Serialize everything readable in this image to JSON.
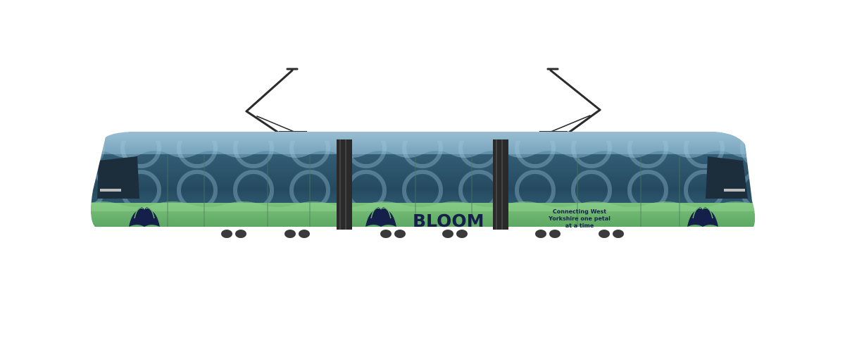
{
  "tram": {
    "brand_name": "BLOOM",
    "slogan_lines": [
      "Connecting West",
      "Yorkshire one petal",
      "at a time"
    ],
    "logo_icon": "flower-icon"
  },
  "colors": {
    "body_green": "#6ab56e",
    "body_green_dark": "#4e9a57",
    "window_blue": "#2a4f66",
    "roof_blue": "#7ea9c2",
    "brand_navy": "#15204a",
    "pantograph": "#2b2b2b",
    "bellows": "#2a2a2a"
  }
}
